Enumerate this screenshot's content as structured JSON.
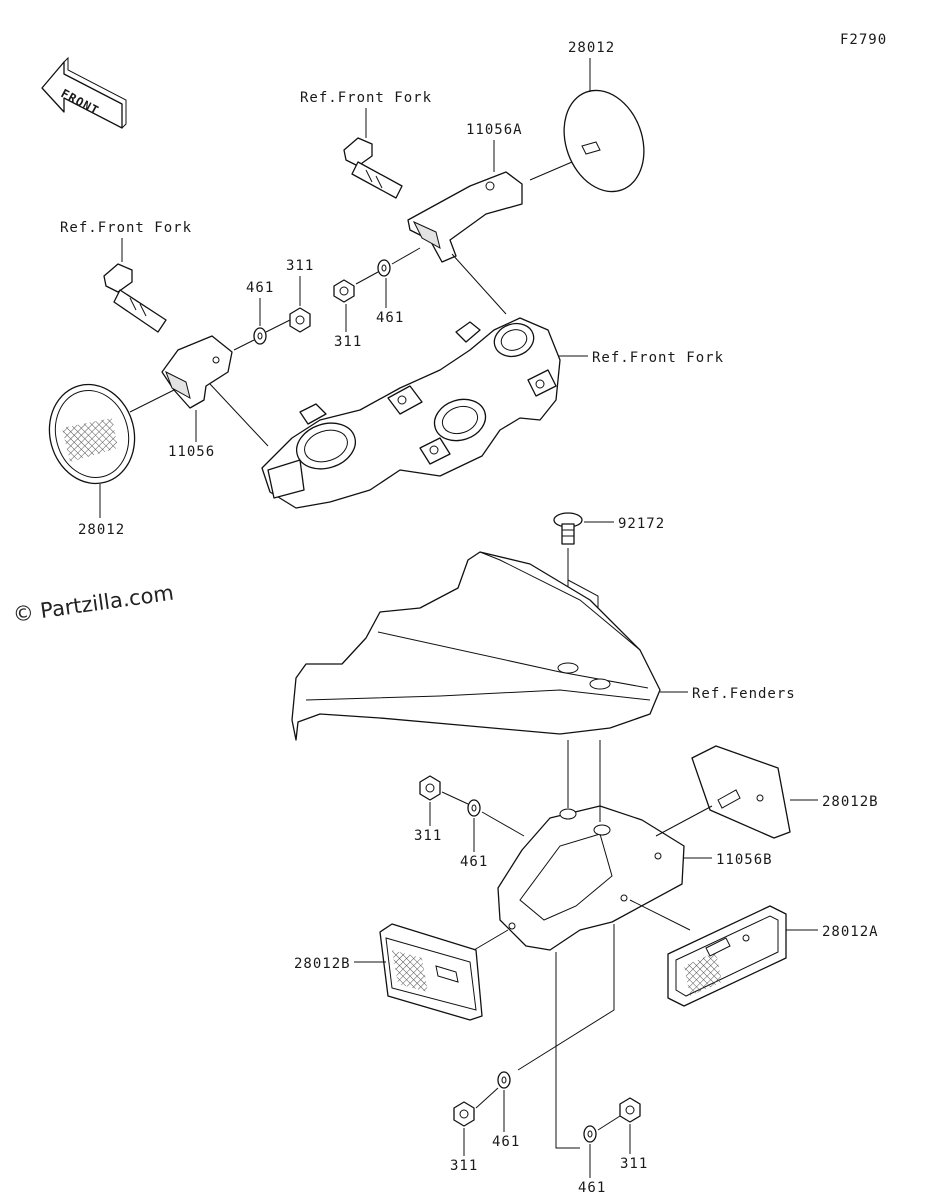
{
  "diagram": {
    "figure_code": "F2790",
    "front_arrow_label": "FRONT",
    "watermark": "© Partzilla.com",
    "labels": {
      "ref_front_fork_top": "Ref.Front Fork",
      "ref_front_fork_left": "Ref.Front Fork",
      "ref_front_fork_right": "Ref.Front Fork",
      "ref_fenders": "Ref.Fenders",
      "part_28012_top": "28012",
      "part_28012_left": "28012",
      "part_11056a": "11056A",
      "part_11056": "11056",
      "part_461_left": "461",
      "part_311_left": "311",
      "part_311_mid": "311",
      "part_461_mid": "461",
      "part_92172": "92172",
      "part_311_rear_top": "311",
      "part_461_rear_top": "461",
      "part_11056b": "11056B",
      "part_28012b_right": "28012B",
      "part_28012a": "28012A",
      "part_28012b_left": "28012B",
      "part_311_bottom_left": "311",
      "part_461_bottom_left": "461",
      "part_461_bottom_right": "461",
      "part_311_bottom_right": "311"
    }
  }
}
